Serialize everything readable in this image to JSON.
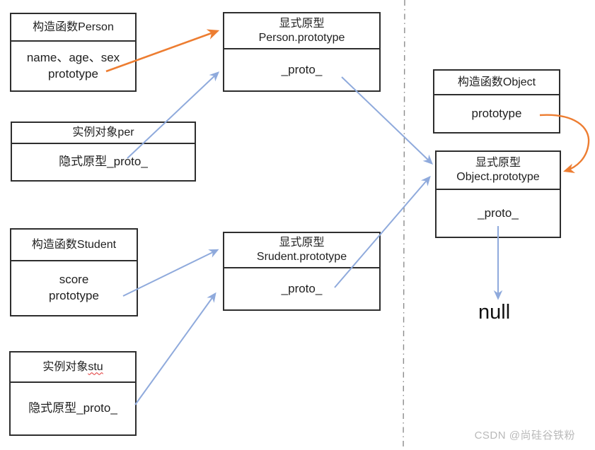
{
  "colors": {
    "arrow_blue": "#8faadc",
    "arrow_orange": "#ed7d31",
    "box_border": "#2e2e2e",
    "dashed_line": "#8c8c8c",
    "spellcheck_red": "#e03131",
    "watermark": "#b9b9b9"
  },
  "boxes": {
    "person_constructor": {
      "title": "构造函数Person",
      "body_line1": "name、age、sex",
      "body_line2": "prototype"
    },
    "per_instance": {
      "title": "实例对象per",
      "body": "隐式原型_proto_"
    },
    "person_prototype": {
      "title_line1": "显式原型",
      "title_line2": "Person.prototype",
      "body": "_proto_"
    },
    "object_constructor": {
      "title": "构造函数Object",
      "body": "prototype"
    },
    "object_prototype": {
      "title_line1": "显式原型",
      "title_line2": "Object.prototype",
      "body": "_proto_"
    },
    "student_constructor": {
      "title": "构造函数Student",
      "body_line1": "score",
      "body_line2": "prototype"
    },
    "student_prototype": {
      "title_line1": "显式原型",
      "title_line2": "Srudent.prototype",
      "body": "_proto_"
    },
    "stu_instance": {
      "title_prefix": "实例对象",
      "title_name": "stu",
      "body": "隐式原型_proto_"
    }
  },
  "null_label": "null",
  "watermark": "CSDN @尚硅谷铁粉"
}
